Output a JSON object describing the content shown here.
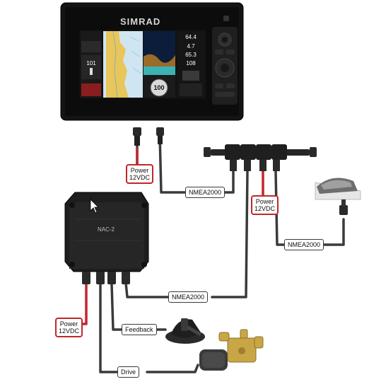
{
  "display": {
    "brand": "SIMRAD",
    "screen": {
      "left_panel_value": "101",
      "depth_value": "64.4",
      "speed_value": "4.7",
      "temp_value": "65.3",
      "heading_value": "108",
      "dial_value": "100"
    }
  },
  "autopilot_unit": {
    "label": "NAC-2"
  },
  "labels": {
    "display_power": [
      "Power",
      "12VDC"
    ],
    "display_nmea": "NMEA2000",
    "backbone_power": [
      "Power",
      "12VDC"
    ],
    "sensor_nmea": "NMEA2000",
    "unit_nmea": "NMEA2000",
    "unit_power": [
      "Power",
      "12VDC"
    ],
    "feedback": "Feedback",
    "drive": "Drive"
  },
  "colors": {
    "cable": "#3a3a3a",
    "power_cable": "#c0272d",
    "device_body": "#1e1e1e",
    "chart_land": "#e8c65a",
    "chart_water": "#cfe6f2"
  }
}
